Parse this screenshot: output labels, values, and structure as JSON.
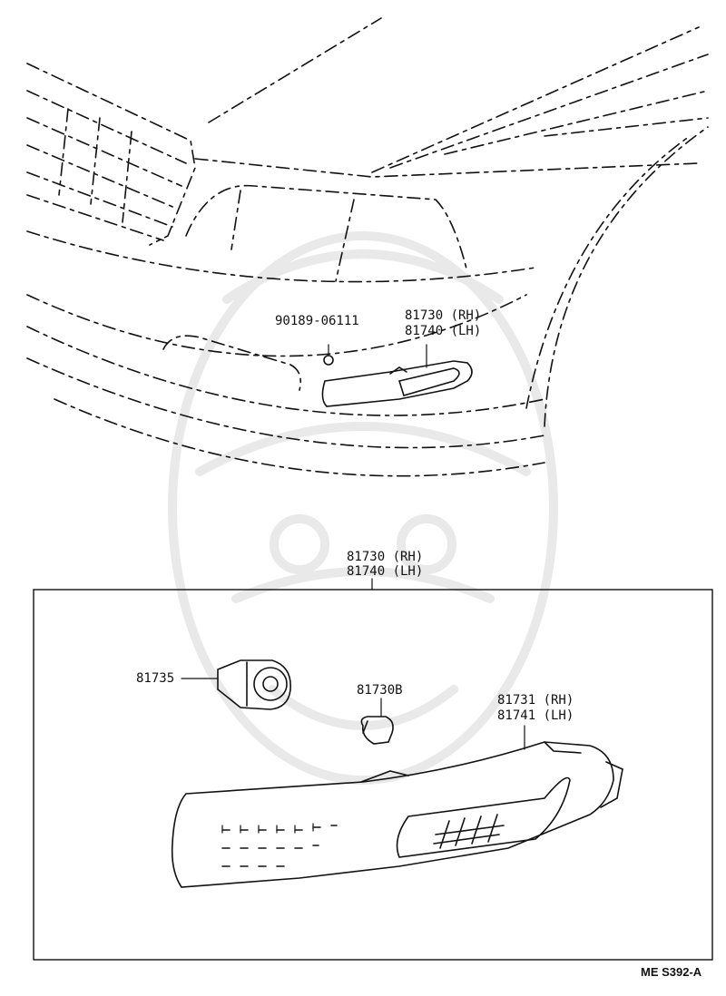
{
  "callouts": {
    "top_bolt": "90189-06111",
    "top_lamp_rh": "81730 (RH)",
    "top_lamp_lh": "81740 (LH)",
    "box_assy_rh": "81730 (RH)",
    "box_assy_lh": "81740 (LH)",
    "socket": "81735",
    "bulb": "81730B",
    "lens_rh": "81731 (RH)",
    "lens_lh": "81741 (LH)"
  },
  "figure_code": "ME S392-A",
  "colors": {
    "line": "#111111",
    "watermark": "#e6e6e6",
    "background": "#ffffff"
  }
}
